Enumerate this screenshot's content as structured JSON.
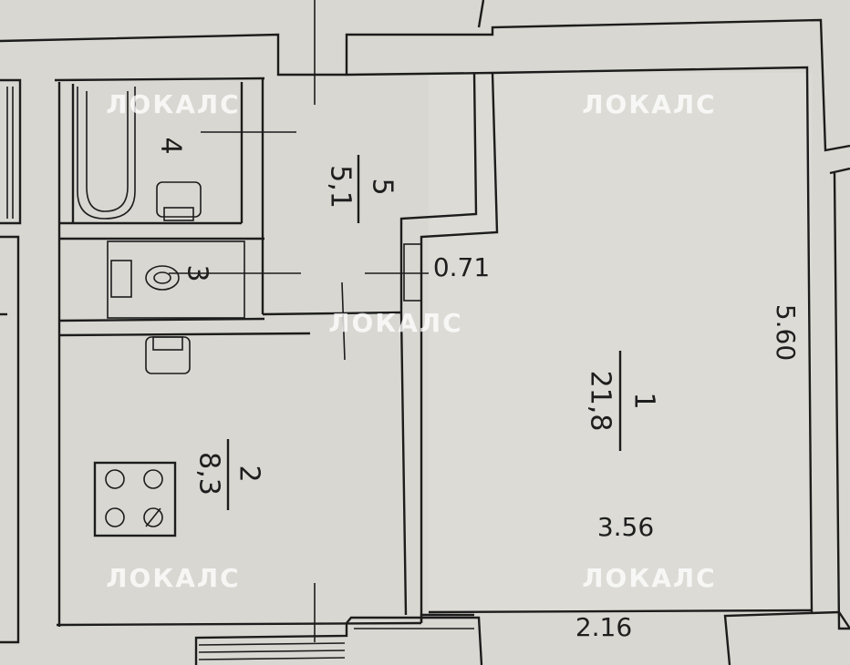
{
  "watermark": "ЛОКАЛС",
  "rooms": [
    {
      "number": "1",
      "area": "21,8"
    },
    {
      "number": "2",
      "area": "8,3"
    },
    {
      "number": "3",
      "area": ""
    },
    {
      "number": "4",
      "area": ""
    },
    {
      "number": "5",
      "area": "5,1"
    }
  ],
  "dimensions": {
    "opening_width": "0.71",
    "room_length": "5.60",
    "room_width": "3.56",
    "balcony_width": "2.16"
  }
}
